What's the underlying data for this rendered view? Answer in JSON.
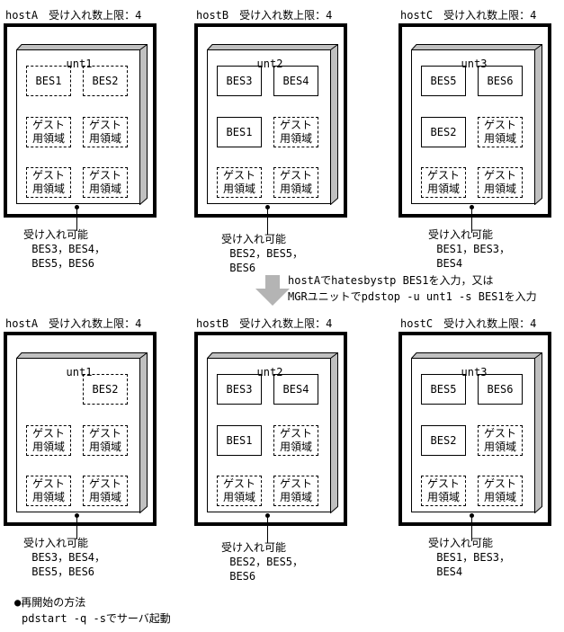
{
  "top_scenario": {
    "hosts": [
      {
        "title": "hostA　受け入れ数上限：4",
        "unit": "unt1",
        "slots": [
          {
            "type": "guest-bes",
            "label": "BES1"
          },
          {
            "type": "guest-bes",
            "label": "BES2"
          },
          {
            "type": "guest",
            "label": "ゲスト\n用領域"
          },
          {
            "type": "guest",
            "label": "ゲスト\n用領域"
          },
          {
            "type": "guest",
            "label": "ゲスト\n用領域"
          },
          {
            "type": "guest",
            "label": "ゲスト\n用領域"
          }
        ],
        "accept_title": "受け入れ可能",
        "accept_list": " BES3，BES4，\n BES5，BES6"
      },
      {
        "title": "hostB　受け入れ数上限：4",
        "unit": "unt2",
        "slots": [
          {
            "type": "bes",
            "label": "BES3"
          },
          {
            "type": "bes",
            "label": "BES4"
          },
          {
            "type": "bes",
            "label": "BES1"
          },
          {
            "type": "guest",
            "label": "ゲスト\n用領域"
          },
          {
            "type": "guest",
            "label": "ゲスト\n用領域"
          },
          {
            "type": "guest",
            "label": "ゲスト\n用領域"
          }
        ],
        "accept_title": "受け入れ可能",
        "accept_list": " BES2，BES5，\n BES6"
      },
      {
        "title": "hostC　受け入れ数上限：4",
        "unit": "unt3",
        "slots": [
          {
            "type": "bes",
            "label": "BES5"
          },
          {
            "type": "bes",
            "label": "BES6"
          },
          {
            "type": "bes",
            "label": "BES2"
          },
          {
            "type": "guest",
            "label": "ゲスト\n用領域"
          },
          {
            "type": "guest",
            "label": "ゲスト\n用領域"
          },
          {
            "type": "guest",
            "label": "ゲスト\n用領域"
          }
        ],
        "accept_title": "受け入れ可能",
        "accept_list": " BES1，BES3，\n BES4"
      }
    ]
  },
  "transition": {
    "arrow_color": "#b4b4b4",
    "line1": "hostAでhatesbystp BES1を入力，又は",
    "line2": "MGRユニットでpdstop -u unt1 -s BES1を入力"
  },
  "bottom_scenario": {
    "hosts": [
      {
        "title": "hostA　受け入れ数上限：4",
        "unit": "unt1",
        "slots": [
          {
            "type": "empty",
            "label": ""
          },
          {
            "type": "guest-bes",
            "label": "BES2"
          },
          {
            "type": "guest",
            "label": "ゲスト\n用領域"
          },
          {
            "type": "guest",
            "label": "ゲスト\n用領域"
          },
          {
            "type": "guest",
            "label": "ゲスト\n用領域"
          },
          {
            "type": "guest",
            "label": "ゲスト\n用領域"
          }
        ],
        "accept_title": "受け入れ可能",
        "accept_list": " BES3，BES4，\n BES5，BES6"
      },
      {
        "title": "hostB　受け入れ数上限：4",
        "unit": "unt2",
        "slots": [
          {
            "type": "bes",
            "label": "BES3"
          },
          {
            "type": "bes",
            "label": "BES4"
          },
          {
            "type": "bes",
            "label": "BES1"
          },
          {
            "type": "guest",
            "label": "ゲスト\n用領域"
          },
          {
            "type": "guest",
            "label": "ゲスト\n用領域"
          },
          {
            "type": "guest",
            "label": "ゲスト\n用領域"
          }
        ],
        "accept_title": "受け入れ可能",
        "accept_list": " BES2，BES5，\n BES6"
      },
      {
        "title": "hostC　受け入れ数上限：4",
        "unit": "unt3",
        "slots": [
          {
            "type": "bes",
            "label": "BES5"
          },
          {
            "type": "bes",
            "label": "BES6"
          },
          {
            "type": "bes",
            "label": "BES2"
          },
          {
            "type": "guest",
            "label": "ゲスト\n用領域"
          },
          {
            "type": "guest",
            "label": "ゲスト\n用領域"
          },
          {
            "type": "guest",
            "label": "ゲスト\n用領域"
          }
        ],
        "accept_title": "受け入れ可能",
        "accept_list": " BES1，BES3，\n BES4"
      }
    ]
  },
  "footer": {
    "heading": "●再開始の方法",
    "command": " pdstart -q -sでサーバ起動"
  },
  "colors": {
    "bevel": "#c0c0c0",
    "border": "#000000",
    "arrow": "#b4b4b4"
  }
}
